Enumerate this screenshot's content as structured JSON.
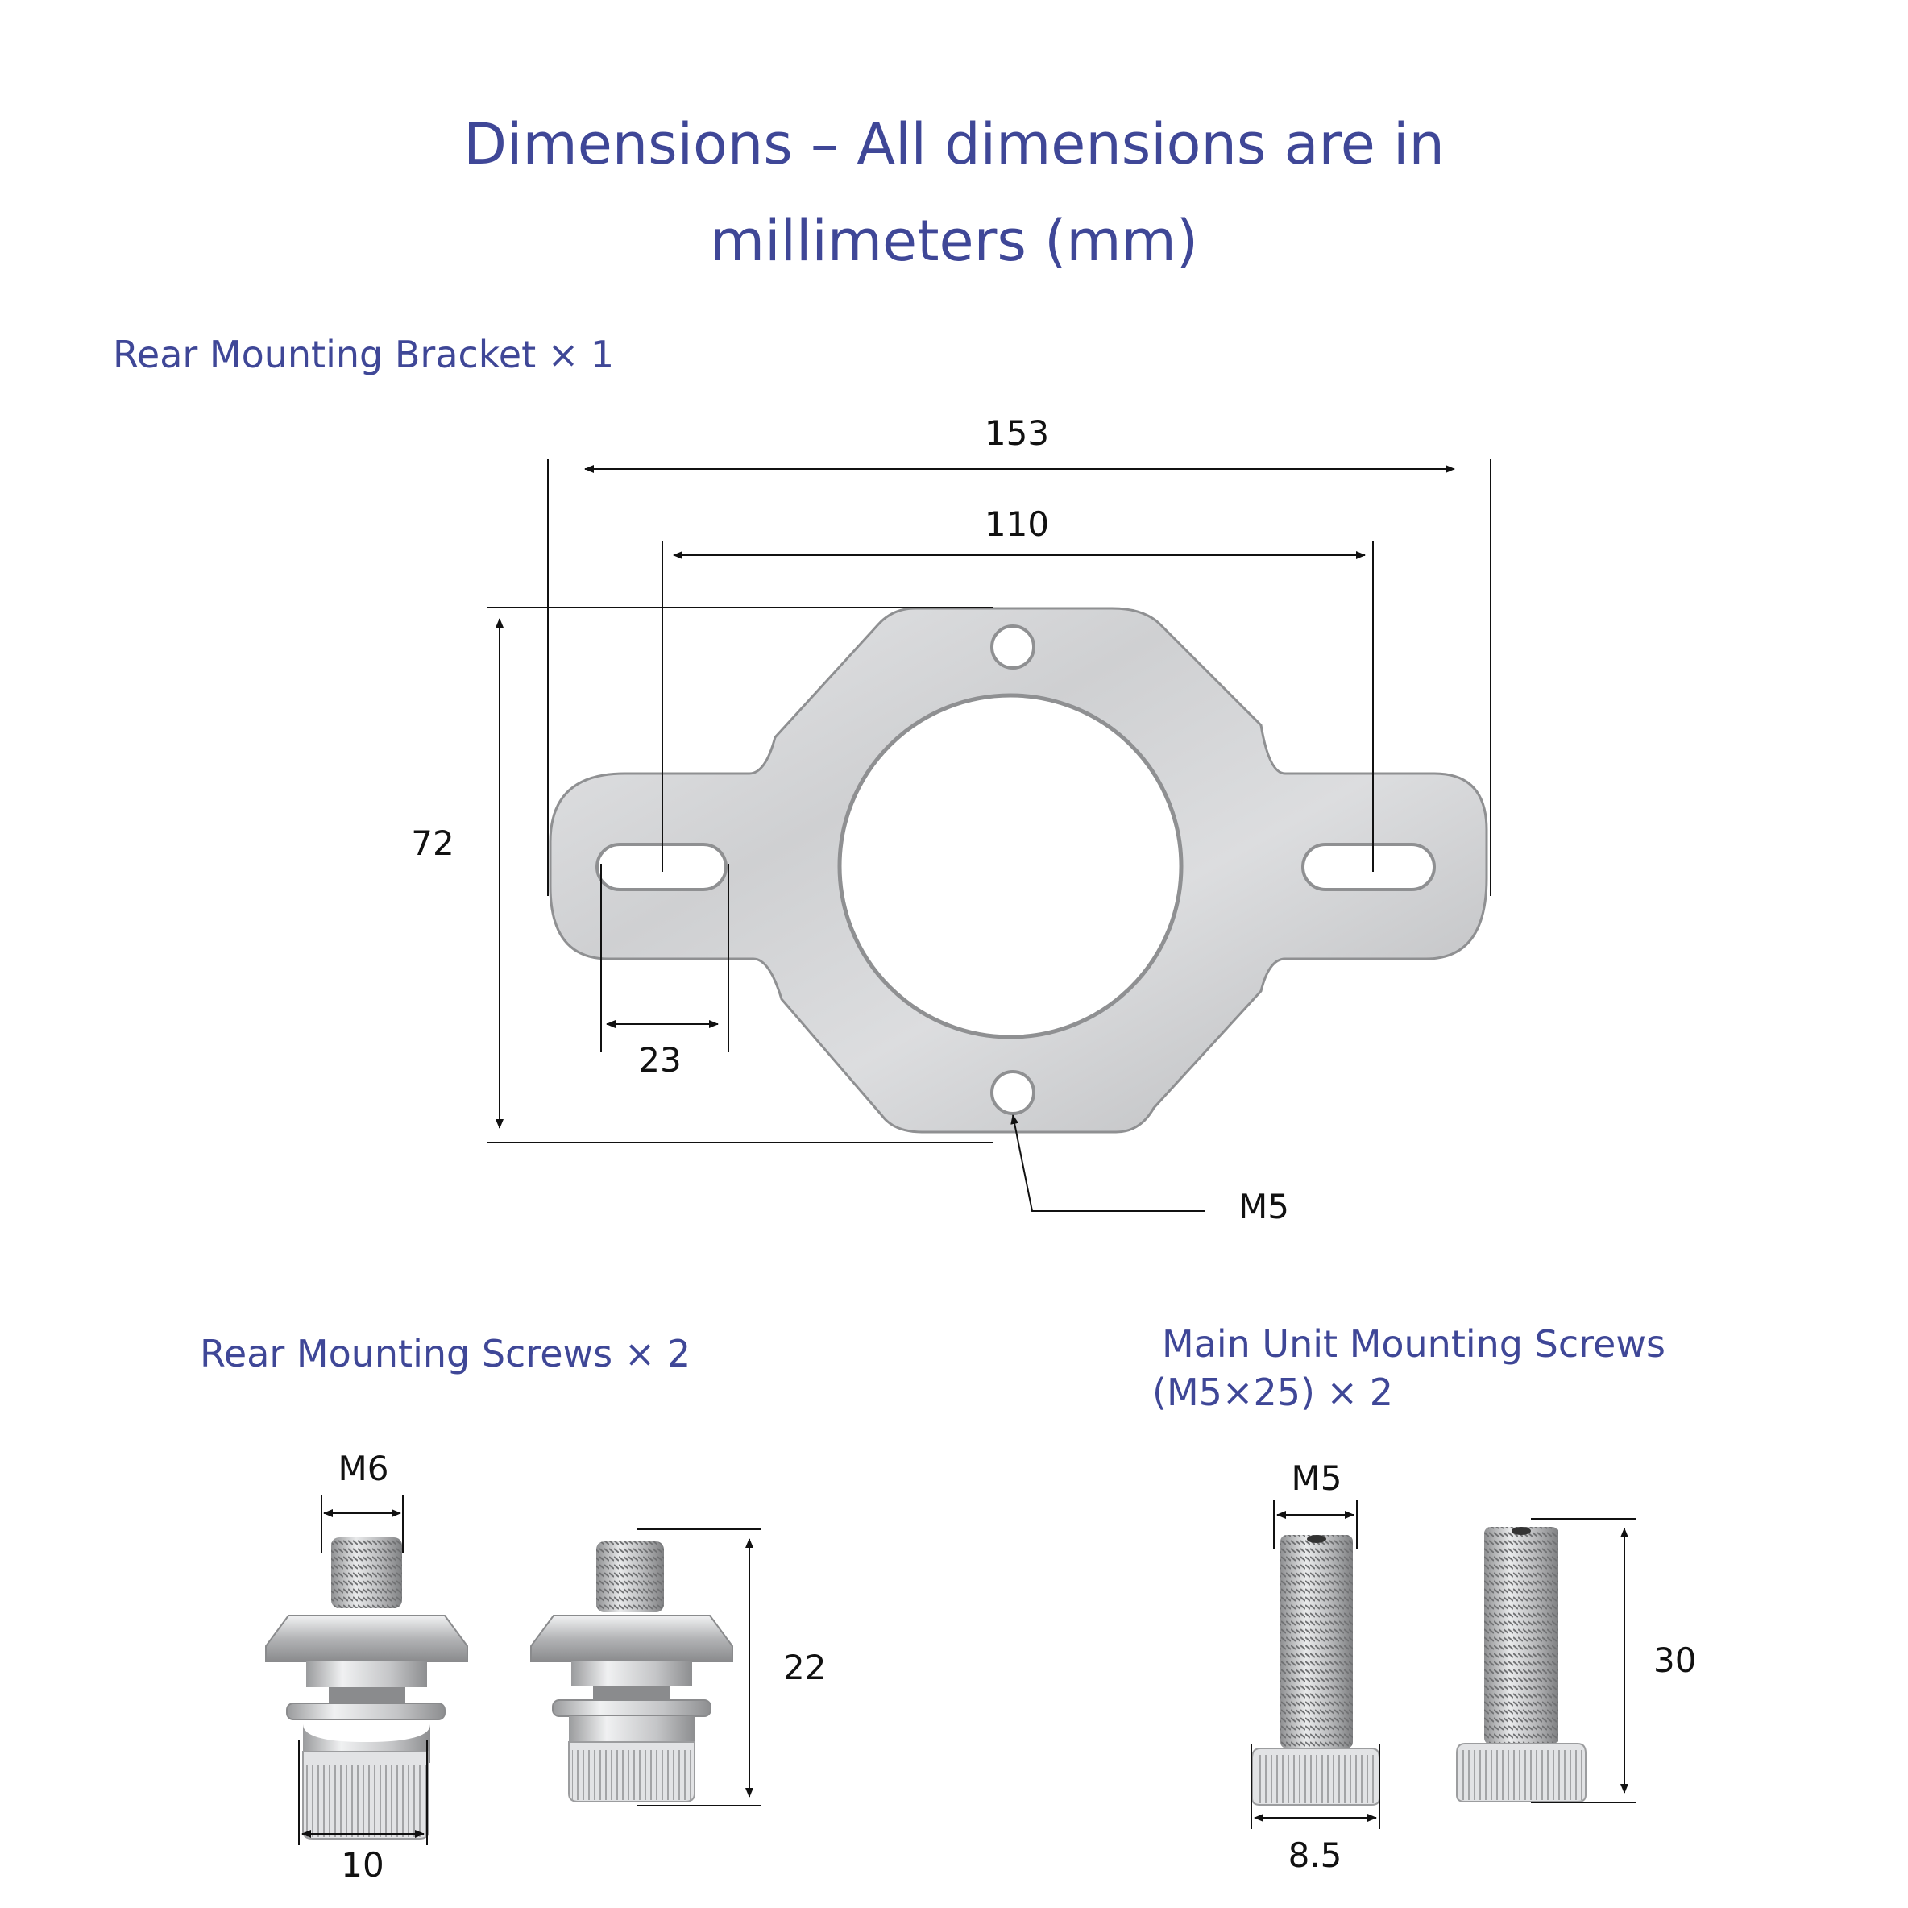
{
  "title_line1": "Dimensions – All dimensions are in",
  "title_line2": "millimeters (mm)",
  "sections": {
    "bracket": "Rear Mounting Bracket × 1",
    "rear_screws": "Rear Mounting Screws × 2",
    "main_screws_line1": "Main Unit Mounting Screws",
    "main_screws_line2": "(M5×25) × 2"
  },
  "bracket_dims": {
    "overall_width": "153",
    "slot_spacing": "110",
    "height": "72",
    "slot_width": "23",
    "hole_size": "M5"
  },
  "rear_screw_dims": {
    "thread": "M6",
    "head_diameter": "10",
    "length": "22"
  },
  "main_screw_dims": {
    "thread": "M5",
    "head_diameter": "8.5",
    "length": "30"
  },
  "colors": {
    "heading": "#3f4797",
    "dimension_text": "#111111",
    "metal": "#c9cacc"
  }
}
